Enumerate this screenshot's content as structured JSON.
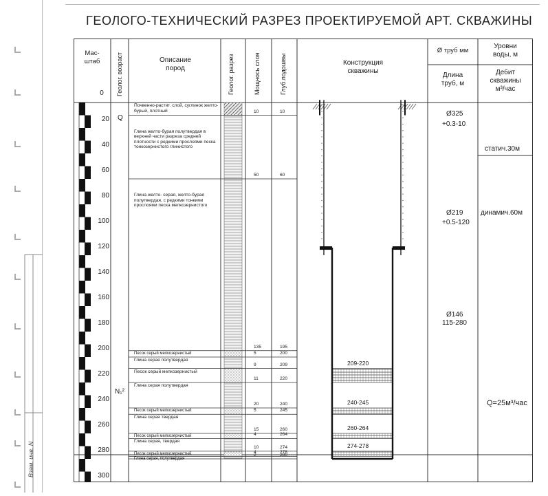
{
  "title": "ГЕОЛОГО-ТЕХНИЧЕСКИЙ РАЗРЕЗ ПРОЕКТИРУЕМОЙ АРТ. СКВАЖИНЫ",
  "headers": {
    "scale_line1": "Мас-",
    "scale_line2": "штаб",
    "scale_zero": "0",
    "geol_age": "Геолог. возраст",
    "description_line1": "Описание",
    "description_line2": "пород",
    "geol_section": "Геолог. разрез",
    "thickness": "Мощнось слоя",
    "depth_bottom": "Глуб.подошвы",
    "construction_line1": "Конструкция",
    "construction_line2": "скважины",
    "pipe_diameter": "Ø труб мм",
    "pipe_length_line1": "Длина",
    "pipe_length_line2": "труб, м",
    "water_levels_line1": "Уровни",
    "water_levels_line2": "воды, м",
    "debit_line1": "Дебит",
    "debit_line2": "скважины",
    "debit_line3": "м³/час"
  },
  "scale_ticks": [
    "20",
    "40",
    "60",
    "80",
    "100",
    "120",
    "140",
    "160",
    "180",
    "200",
    "220",
    "240",
    "260",
    "280",
    "300"
  ],
  "ages": {
    "q": "Q",
    "n": "N₁²"
  },
  "layers": [
    {
      "desc": "Почвенно-растит. слой, суглинок желто-бурый, плотный",
      "thickness": "10",
      "depth": "10"
    },
    {
      "desc": "Глина желто-бурая полутвердая в верхней части разреза средней плотности с редкими прослоями песка тонкозернистого глинистого",
      "thickness": "50",
      "depth": "60"
    },
    {
      "desc": "Глина желто- серая, желто-бурая полутвердая, с редкими тонкими прослоями песка мелкозернистого",
      "thickness": "135",
      "depth": "195"
    },
    {
      "desc": "Песок серый мелкозернистый",
      "thickness": "5",
      "depth": "200"
    },
    {
      "desc": "Глина серая полутвердая",
      "thickness": "9",
      "depth": "209"
    },
    {
      "desc": "Песок серый мелкозернистый",
      "thickness": "11",
      "depth": "220"
    },
    {
      "desc": "Глина серая полутвердая",
      "thickness": "20",
      "depth": "240"
    },
    {
      "desc": "Песок серый мелкозернистый",
      "thickness": "5",
      "depth": "245"
    },
    {
      "desc": "Глина серая твердая",
      "thickness": "15",
      "depth": "260"
    },
    {
      "desc": "Песок серый мелкозернистый",
      "thickness": "4",
      "depth": "264"
    },
    {
      "desc": "Глина серая, твердая",
      "thickness": "10",
      "depth": "274"
    },
    {
      "desc": "Песок серый мелкозернистый",
      "thickness": "4",
      "depth": "278"
    },
    {
      "desc": "Глина серая, полутвердая",
      "thickness": "2",
      "depth": "280"
    }
  ],
  "filters": [
    "209-220",
    "240-245",
    "260-264",
    "274-278"
  ],
  "pipes": [
    {
      "diameter": "Ø325",
      "length": "+0.3-10"
    },
    {
      "diameter": "Ø219",
      "length": "+0.5-120"
    },
    {
      "diameter": "Ø146",
      "length": "115-280"
    }
  ],
  "water": {
    "static": "статич.30м",
    "dynamic": "динамич.60м",
    "debit": "Q=25м³/час"
  },
  "stamp": "Взам. инв. N"
}
